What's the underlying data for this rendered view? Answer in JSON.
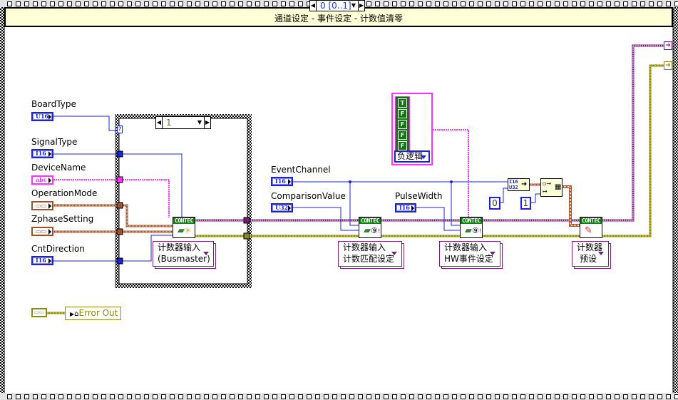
{
  "sequence_structure": {
    "selector_value": "0 [0..1]",
    "frame_label": "通道设定 - 事件设定 - 计数值清零"
  },
  "inputs": [
    {
      "label": "BoardType",
      "type_tag": "U16",
      "color": "#1a24d6"
    },
    {
      "label": "SignalType",
      "type_tag": "I16",
      "color": "#1a24d6"
    },
    {
      "label": "DeviceName",
      "type_tag": "abc",
      "color": "#ff30ff"
    },
    {
      "label": "OperationMode",
      "type_tag": "enum",
      "color": "#a0522d"
    },
    {
      "label": "ZphaseSetting",
      "type_tag": "enum",
      "color": "#a0522d"
    },
    {
      "label": "CntDirection",
      "type_tag": "I16",
      "color": "#1a24d6"
    },
    {
      "label": "EventChannel",
      "type_tag": "I16",
      "color": "#1a24d6"
    },
    {
      "label": "ComparisonValue",
      "type_tag": "U32",
      "color": "#1a24d6"
    },
    {
      "label": "PulseWidth",
      "type_tag": "I16",
      "color": "#1a24d6"
    }
  ],
  "case_structure": {
    "selector_value": "1",
    "tunnel_label": "?"
  },
  "vi_nodes": [
    {
      "header": "CONTEC",
      "line1": "计数器输入",
      "line2": "(Busmaster)"
    },
    {
      "header": "CONTEC",
      "line1": "计数器输入",
      "line2": "计数匹配设定"
    },
    {
      "header": "CONTEC",
      "line1": "计数器输入",
      "line2": "HW事件设定"
    },
    {
      "header": "CONTEC",
      "line1": "计数器",
      "line2": "预设"
    }
  ],
  "bool_array": {
    "values": [
      "T",
      "F",
      "F",
      "F",
      "F"
    ],
    "enum_value": "负逻辑"
  },
  "constants": {
    "zero": "0",
    "one": "1"
  },
  "conversion": {
    "top": "I16",
    "bottom": "U32"
  },
  "error_out": {
    "label": "Error Out"
  },
  "wire_colors": {
    "int": "#1a24d6",
    "string": "#ff30ff",
    "enum": "#a0522d",
    "refnum": "#7a1c7a",
    "error": "#8a8a1a"
  }
}
